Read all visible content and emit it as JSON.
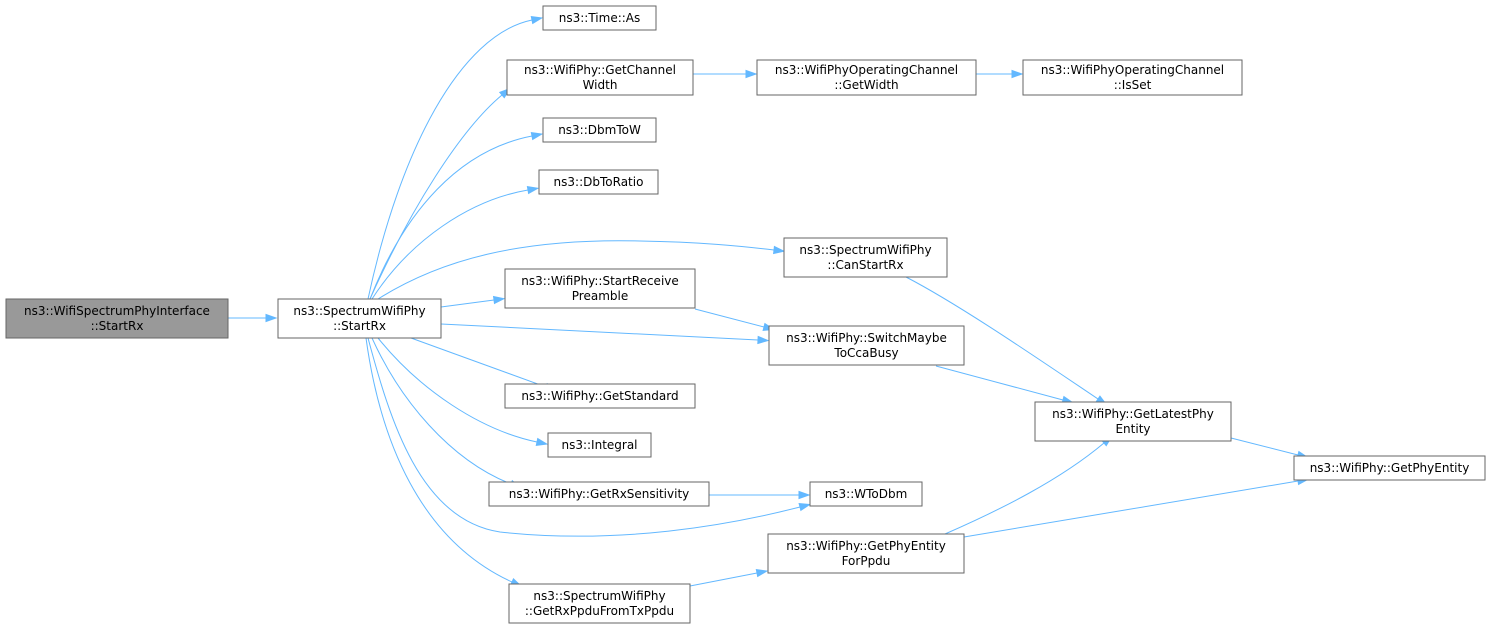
{
  "diagram": {
    "type": "call-graph",
    "colors": {
      "edge": "#63b8ff",
      "node_border": "#666666",
      "node_fill": "#ffffff",
      "root_fill": "#999999"
    },
    "nodes": [
      {
        "id": "root",
        "lines": [
          "ns3::WifiSpectrumPhyInterface",
          "::StartRx"
        ],
        "highlighted": true
      },
      {
        "id": "startrx",
        "lines": [
          "ns3::SpectrumWifiPhy",
          "::StartRx"
        ]
      },
      {
        "id": "timeas",
        "lines": [
          "ns3::Time::As"
        ]
      },
      {
        "id": "getchanwidth",
        "lines": [
          "ns3::WifiPhy::GetChannel",
          "Width"
        ]
      },
      {
        "id": "opch_getwidth",
        "lines": [
          "ns3::WifiPhyOperatingChannel",
          "::GetWidth"
        ]
      },
      {
        "id": "opch_isset",
        "lines": [
          "ns3::WifiPhyOperatingChannel",
          "::IsSet"
        ]
      },
      {
        "id": "dbmtow",
        "lines": [
          "ns3::DbmToW"
        ]
      },
      {
        "id": "dbtoratio",
        "lines": [
          "ns3::DbToRatio"
        ]
      },
      {
        "id": "canstartrx",
        "lines": [
          "ns3::SpectrumWifiPhy",
          "::CanStartRx"
        ]
      },
      {
        "id": "startrecvpre",
        "lines": [
          "ns3::WifiPhy::StartReceive",
          "Preamble"
        ]
      },
      {
        "id": "switchcca",
        "lines": [
          "ns3::WifiPhy::SwitchMaybe",
          "ToCcaBusy"
        ]
      },
      {
        "id": "getstandard",
        "lines": [
          "ns3::WifiPhy::GetStandard"
        ]
      },
      {
        "id": "getlatest",
        "lines": [
          "ns3::WifiPhy::GetLatestPhy",
          "Entity"
        ]
      },
      {
        "id": "integral",
        "lines": [
          "ns3::Integral"
        ]
      },
      {
        "id": "getphyentity",
        "lines": [
          "ns3::WifiPhy::GetPhyEntity"
        ]
      },
      {
        "id": "getrxsens",
        "lines": [
          "ns3::WifiPhy::GetRxSensitivity"
        ]
      },
      {
        "id": "wtodbm",
        "lines": [
          "ns3::WToDbm"
        ]
      },
      {
        "id": "getphyforppdu",
        "lines": [
          "ns3::WifiPhy::GetPhyEntity",
          "ForPpdu"
        ]
      },
      {
        "id": "getrxppdu",
        "lines": [
          "ns3::SpectrumWifiPhy",
          "::GetRxPpduFromTxPpdu"
        ]
      }
    ],
    "edges": [
      {
        "from": "root",
        "to": "startrx"
      },
      {
        "from": "startrx",
        "to": "timeas"
      },
      {
        "from": "startrx",
        "to": "getchanwidth"
      },
      {
        "from": "startrx",
        "to": "dbmtow"
      },
      {
        "from": "startrx",
        "to": "dbtoratio"
      },
      {
        "from": "startrx",
        "to": "canstartrx"
      },
      {
        "from": "startrx",
        "to": "startrecvpre"
      },
      {
        "from": "startrx",
        "to": "switchcca"
      },
      {
        "from": "startrx",
        "to": "getstandard"
      },
      {
        "from": "startrx",
        "to": "integral"
      },
      {
        "from": "startrx",
        "to": "getrxsens"
      },
      {
        "from": "startrx",
        "to": "wtodbm"
      },
      {
        "from": "startrx",
        "to": "getrxppdu"
      },
      {
        "from": "getchanwidth",
        "to": "opch_getwidth"
      },
      {
        "from": "opch_getwidth",
        "to": "opch_isset"
      },
      {
        "from": "canstartrx",
        "to": "getlatest"
      },
      {
        "from": "startrecvpre",
        "to": "switchcca"
      },
      {
        "from": "switchcca",
        "to": "getlatest"
      },
      {
        "from": "getlatest",
        "to": "getphyentity"
      },
      {
        "from": "getrxsens",
        "to": "wtodbm"
      },
      {
        "from": "getphyforppdu",
        "to": "getlatest"
      },
      {
        "from": "getphyforppdu",
        "to": "getphyentity"
      },
      {
        "from": "getrxppdu",
        "to": "getphyforppdu"
      }
    ]
  }
}
